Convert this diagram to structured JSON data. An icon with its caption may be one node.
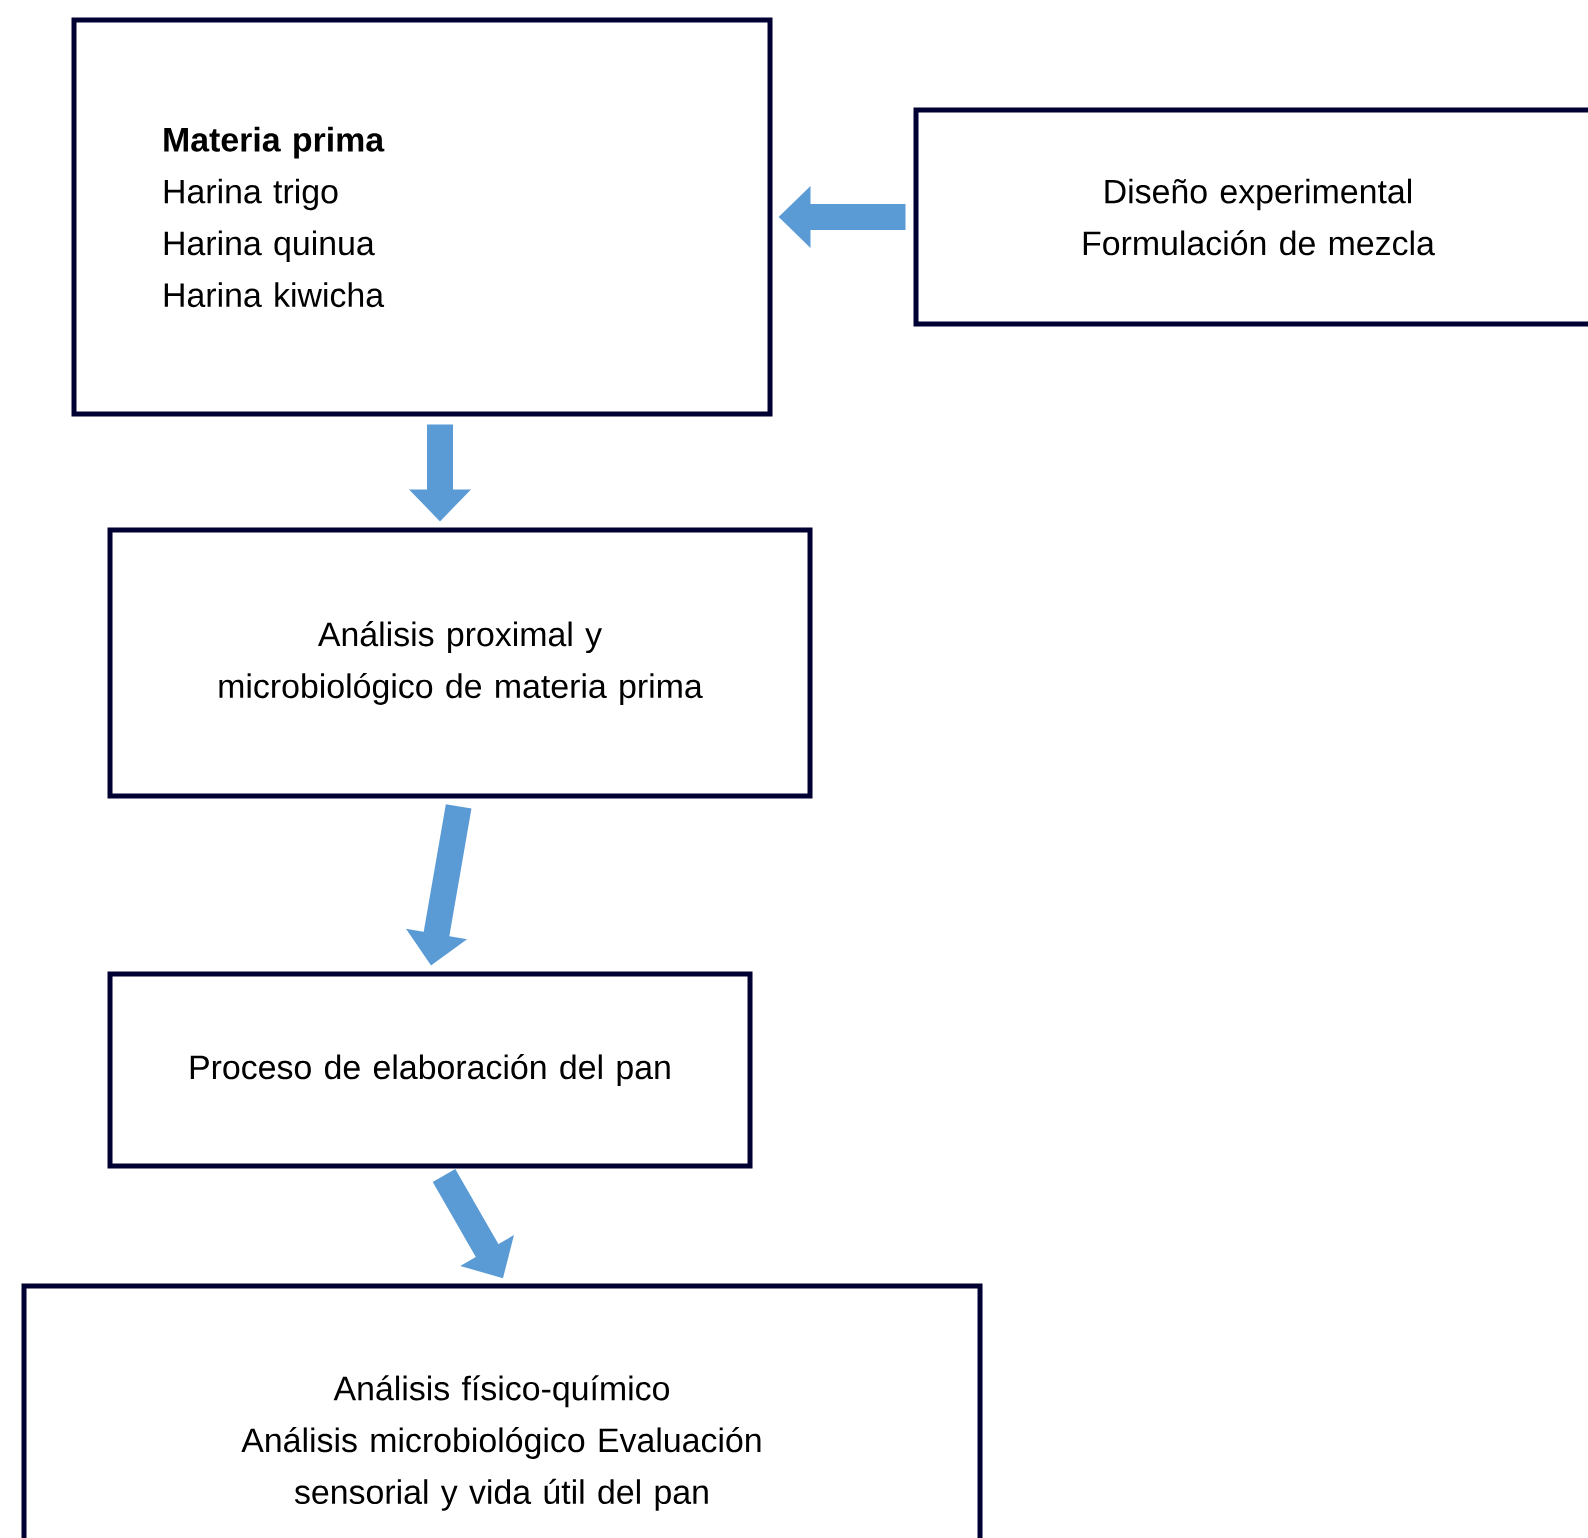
{
  "diagram": {
    "nodes": [
      {
        "text": [
          "Materia prima",
          "Harina trigo",
          "Harina quinua",
          "Harina  kiwicha"
        ]
      },
      {
        "text": [
          "Diseño experimental",
          "Formulación de mezcla"
        ]
      },
      {
        "text": [
          "Análisis  proximal y microbiológico de materia prima"
        ]
      },
      {
        "text": [
          "Proceso de elaboración del pan"
        ]
      },
      {
        "text": [
          "Análisis físico-químico",
          "Análisis microbiológico Evaluación sensorial  y vida útil  del pan"
        ]
      }
    ],
    "edges": [
      {
        "from": 1,
        "to": 0,
        "arrow": "to"
      },
      {
        "from": 0,
        "to": 2,
        "arrow": "to"
      },
      {
        "from": 2,
        "to": 3,
        "arrow": "to"
      },
      {
        "from": 3,
        "to": 4,
        "arrow": "to"
      }
    ]
  }
}
